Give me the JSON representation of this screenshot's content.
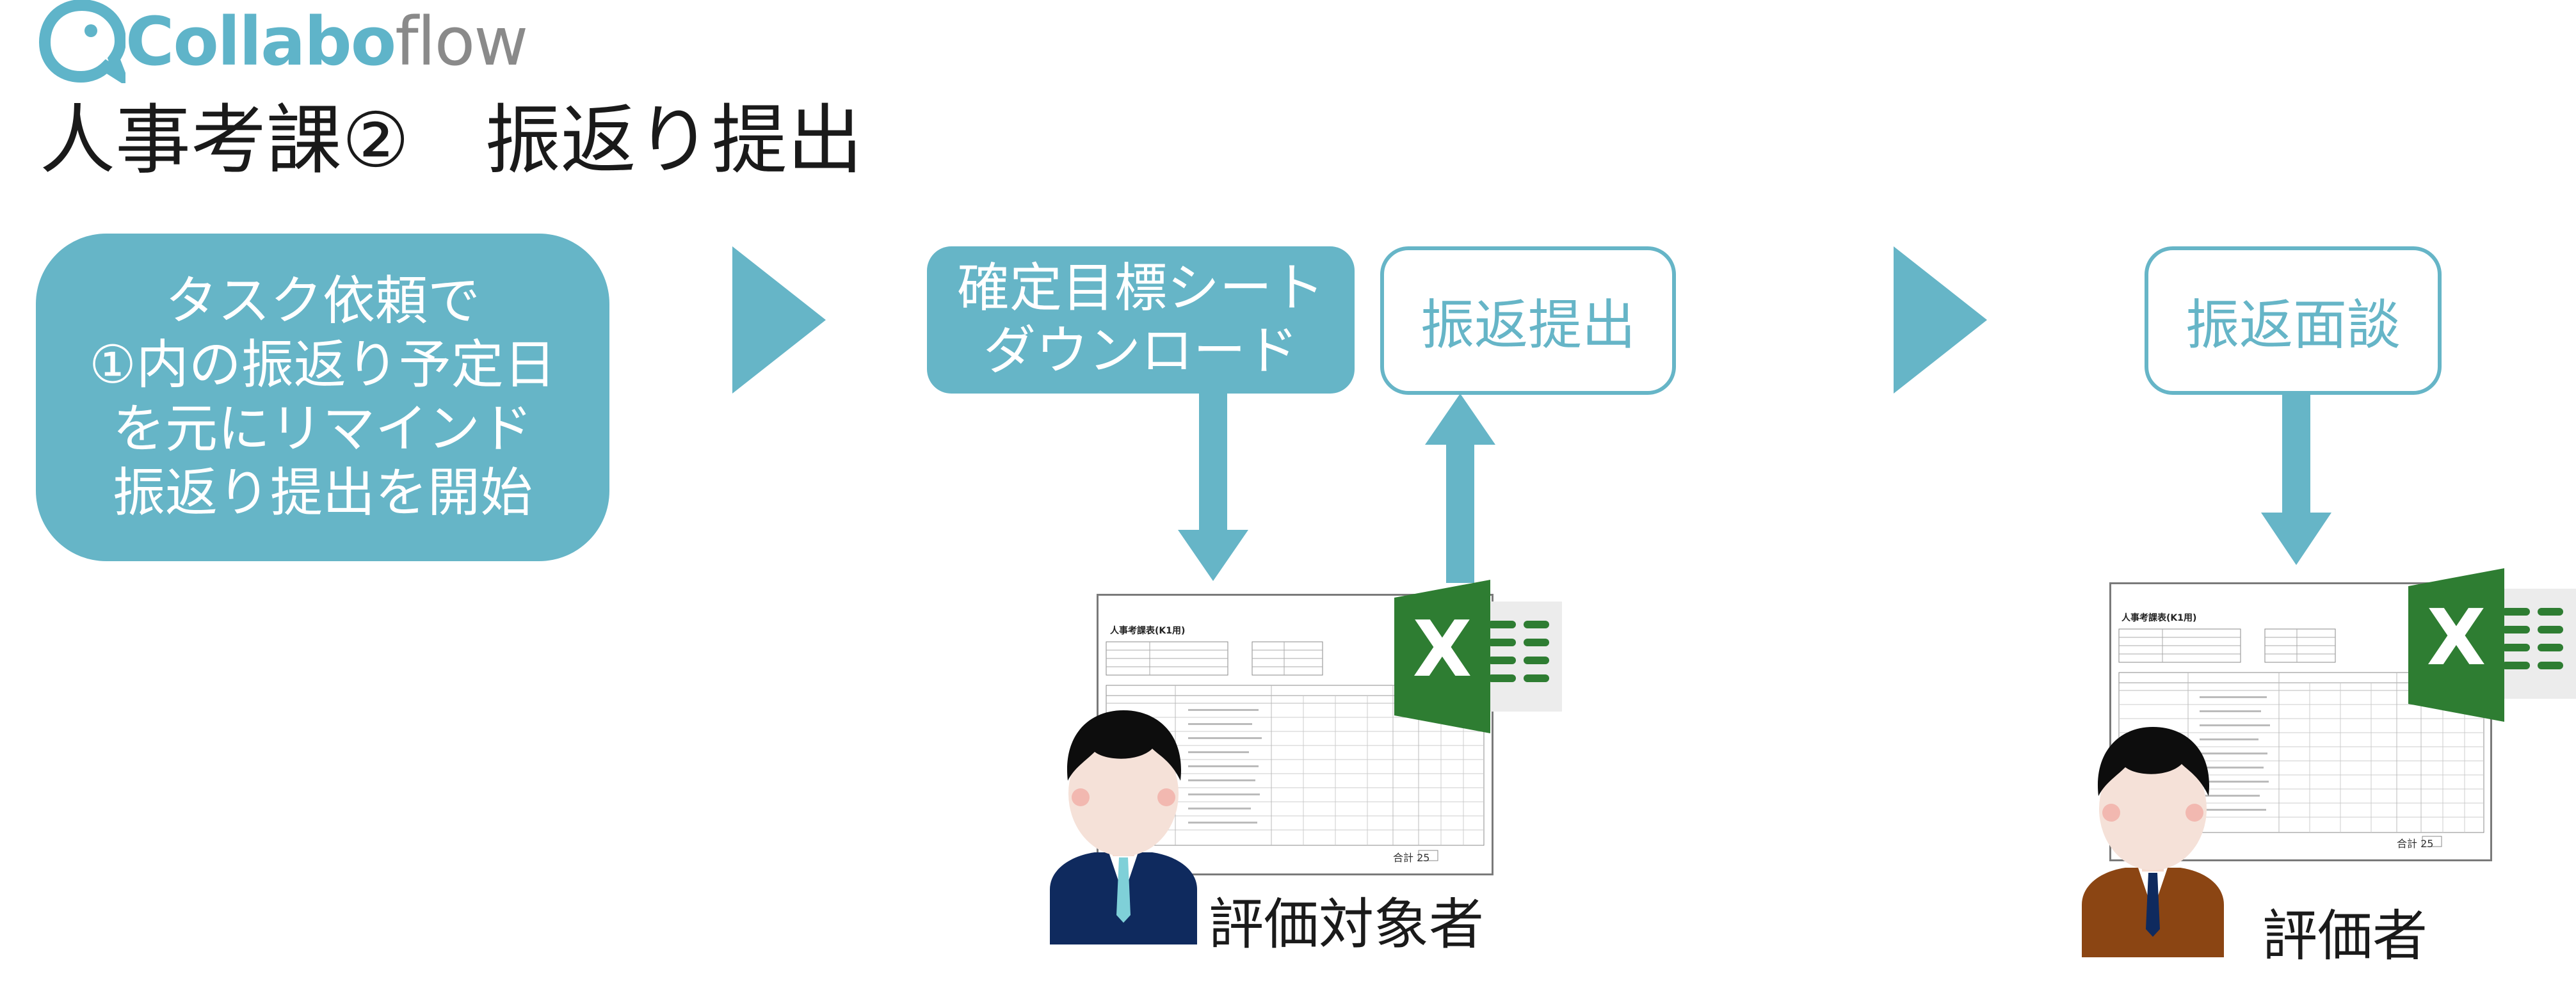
{
  "logo": {
    "part1": "Collabo",
    "part2": "flow"
  },
  "page_title": "人事考課②　振返り提出",
  "task_box": {
    "lines": [
      "タスク依頼で",
      "①内の振返り予定日",
      "を元にリマインド",
      "振返り提出を開始"
    ]
  },
  "download_box": {
    "lines": [
      "確定目標シート",
      "ダウンロード"
    ]
  },
  "submit_box": {
    "label": "振返提出"
  },
  "interview_box": {
    "label": "振返面談"
  },
  "sheet_left": {
    "title": "人事考課表(K1用)",
    "total_label": "合計",
    "total_value": "25"
  },
  "sheet_right": {
    "title": "人事考課表(K1用)",
    "total_label": "合計",
    "total_value": "25"
  },
  "excel_icon": {
    "letter": "X"
  },
  "person_target": {
    "label": "評価対象者"
  },
  "person_evaluator": {
    "label": "評価者"
  },
  "colors": {
    "accent": "#66b5c7",
    "excel_green": "#2e7d32",
    "suit_navy": "#0f2a5e",
    "suit_brown": "#8b4513"
  }
}
